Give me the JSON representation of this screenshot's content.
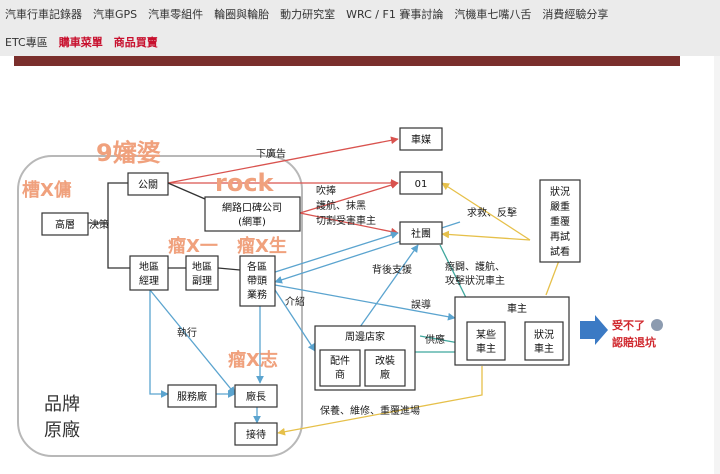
{
  "nav": {
    "row1": [
      "汽車行車記錄器",
      "汽車GPS",
      "汽車零組件",
      "輪圈與輪胎",
      "動力研究室",
      "WRC / F1 賽事討論",
      "汽機車七嘴八舌",
      "消費經驗分享"
    ],
    "row2": [
      "ETC專區",
      "購車菜單",
      "商品買賣"
    ]
  },
  "diagram": {
    "overlay": [
      "9嬸婆",
      "槽X傭",
      "rock",
      "瘤X一",
      "瘤X生",
      "瘤X志"
    ],
    "nodes": {
      "gaoceng": "高層",
      "gongguan": "公關",
      "wanglu": [
        "網路口碑公司",
        "(網軍)"
      ],
      "diqu_jingli": [
        "地區",
        "經理"
      ],
      "diqu_fuli": [
        "地區",
        "副理"
      ],
      "gequ": [
        "各區",
        "帶頭",
        "業務"
      ],
      "fuwuchang": "服務廠",
      "changzhang": "廠長",
      "jiedai": "接待",
      "chemei": "車媒",
      "zero_one": "01",
      "shetuan": "社團",
      "zhuangkuang": [
        "狀況",
        "嚴重",
        "重覆",
        "再試",
        "試看"
      ],
      "zhoubian": "周邊店家",
      "peijian": [
        "配件",
        "商"
      ],
      "gaizhuang": [
        "改裝",
        "廠"
      ],
      "chezhu": "車主",
      "mouxie": [
        "某些",
        "車主"
      ],
      "zhuangkuang_cz": [
        "狀況",
        "車主"
      ]
    },
    "labels": {
      "xia_guanggao": "下廣告",
      "jueche": "決策",
      "chuipeng": "吹捧",
      "huhang": "護航、抹黑",
      "qiege": "切割受害車主",
      "qiujiu": "求救、反擊",
      "beihou": "背後支援",
      "laokuan": [
        "瘵闢、護航、",
        "攻擊狀況車主"
      ],
      "jieshao": "介紹",
      "wudao": "誤導",
      "zhixing": "執行",
      "gongying": "供應",
      "baoyang": "保養、維修、重覆進場"
    },
    "brand": [
      "品牌",
      "原廠"
    ],
    "badge": [
      "受不了",
      "認賠退坑"
    ]
  }
}
